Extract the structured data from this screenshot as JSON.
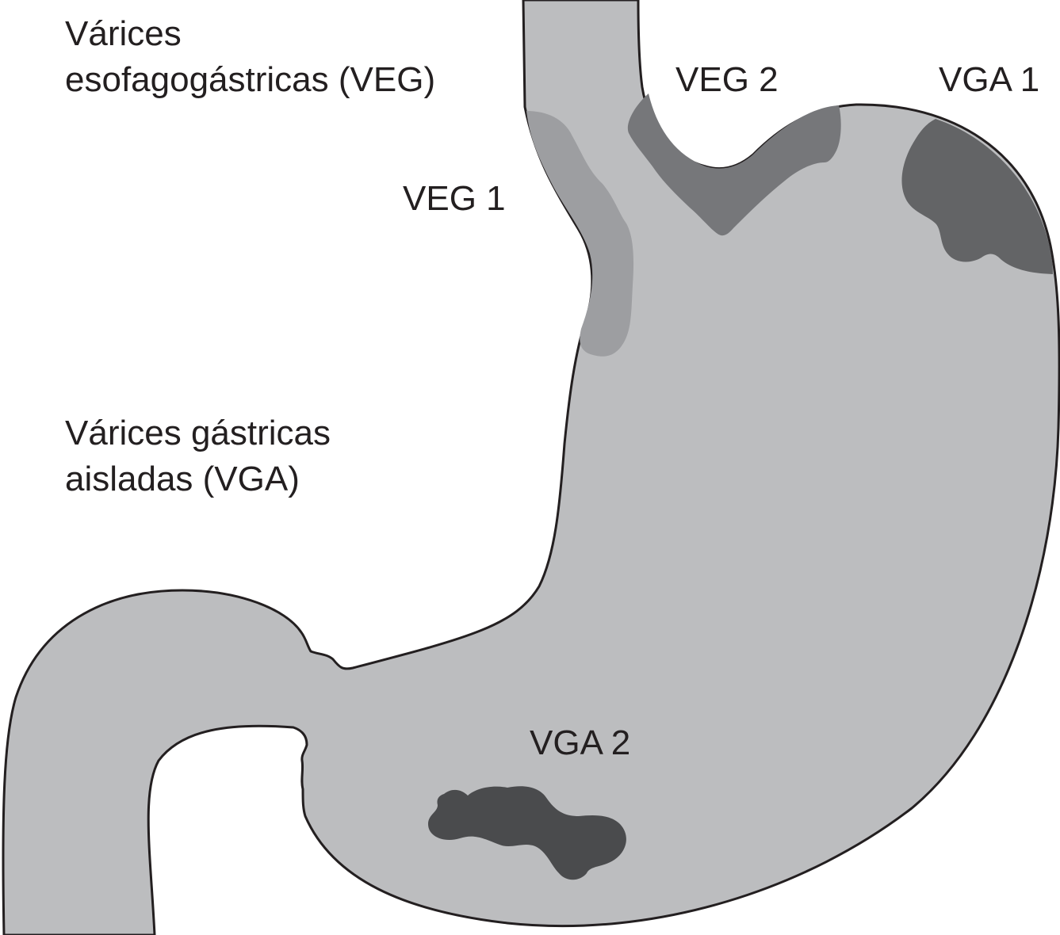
{
  "labels": {
    "veg_group_line1": "Várices",
    "veg_group_line2": "esofagogástricas (VEG)",
    "vga_group_line1": "Várices gástricas",
    "vga_group_line2": "aisladas (VGA)",
    "veg1": "VEG 1",
    "veg2": "VEG 2",
    "vga1": "VGA 1",
    "vga2": "VGA 2"
  },
  "colors": {
    "stomach_fill": "#bcbdbf",
    "outline": "#231f20",
    "veg1_fill": "#9d9ea1",
    "veg2_fill": "#76777a",
    "vga1_fill": "#636466",
    "vga2_fill": "#4a4b4d",
    "text": "#231f20"
  }
}
